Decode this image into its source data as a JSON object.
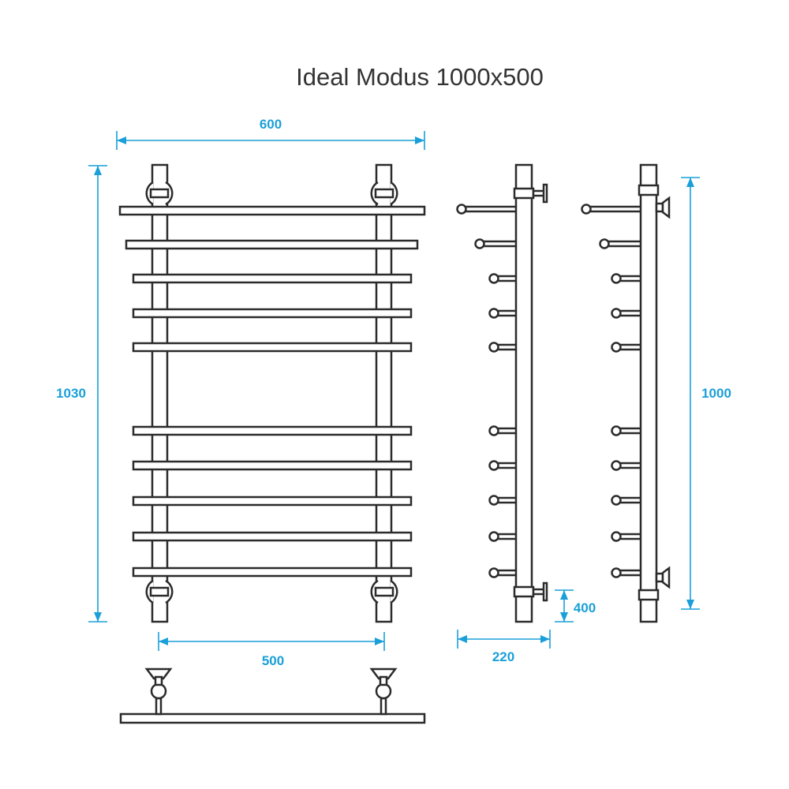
{
  "title": "Ideal Modus 1000x500",
  "dimensions": {
    "width_total": "600",
    "height_total": "1030",
    "center_distance": "500",
    "depth": "220",
    "bottom_offset": "400",
    "height_center": "1000"
  },
  "colors": {
    "dimension": "#1a9fd8",
    "outline": "#2b2b2b",
    "title": "#333333"
  }
}
